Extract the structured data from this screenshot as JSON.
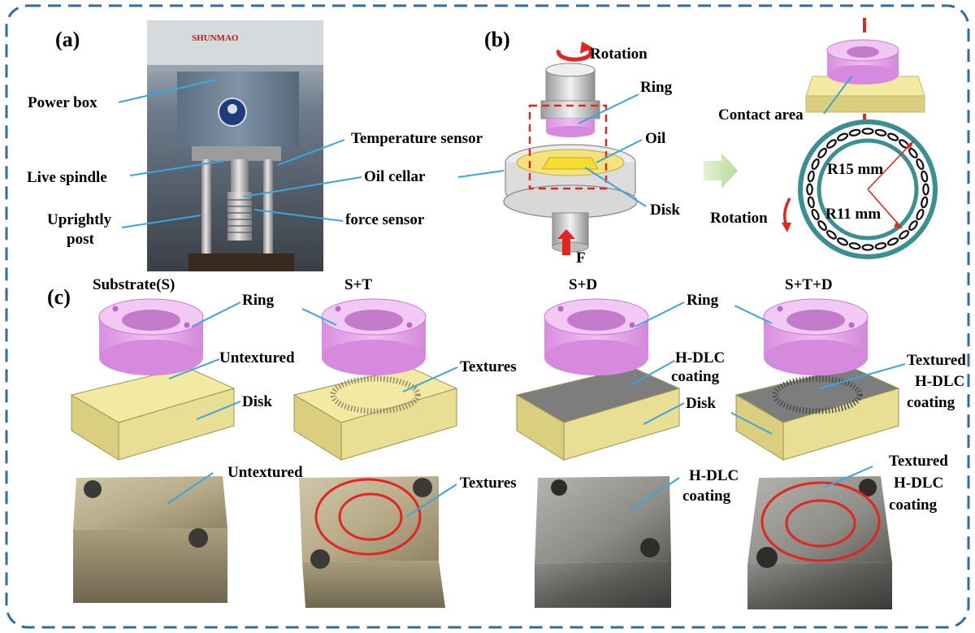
{
  "panels": {
    "a": "(a)",
    "b": "(b)",
    "c": "(c)"
  },
  "panel_a": {
    "brand": "SHUNMAO",
    "labels": {
      "power_box": "Power box",
      "live_spindle": "Live spindle",
      "uprightly_line1": "Uprightly",
      "uprightly_line2": "post",
      "temperature_sensor": "Temperature sensor",
      "oil_cellar": "Oil cellar",
      "force_sensor": "force sensor"
    }
  },
  "panel_b": {
    "labels": {
      "rotation_top": "Rotation",
      "ring": "Ring",
      "oil": "Oil",
      "disk": "Disk",
      "force": "F",
      "contact_area": "Contact area",
      "r15": "R15 mm",
      "r11": "R11 mm",
      "rotation_side": "Rotation"
    }
  },
  "panel_c": {
    "titles": [
      "Substrate(S)",
      "S+T",
      "S+D",
      "S+T+D"
    ],
    "labels": {
      "ring_1": "Ring",
      "untextured_1": "Untextured",
      "disk_1": "Disk",
      "textures_1": "Textures",
      "ring_3": "Ring",
      "hdlc_l1": "H-DLC",
      "hdlc_l2": "coating",
      "disk_3": "Disk",
      "tex_hdlc_l1": "Textured",
      "tex_hdlc_l2": "H-DLC",
      "tex_hdlc_l3": "coating",
      "photo_untextured": "Untextured",
      "photo_textures": "Textures",
      "photo_hdlc_l1": "H-DLC",
      "photo_hdlc_l2": "coating",
      "photo_tex_hdlc_l1": "Textured",
      "photo_tex_hdlc_l2": "H-DLC",
      "photo_tex_hdlc_l3": "coating"
    }
  },
  "colors": {
    "frame": "#2e6da4",
    "leader": "#3ba6de",
    "ring": "#e39ee6",
    "disk_top": "#f3e9a3",
    "disk_side": "#d9cf7f",
    "coating": "#7d7d7d",
    "red": "#e0261f",
    "teal": "#3a8f91"
  }
}
